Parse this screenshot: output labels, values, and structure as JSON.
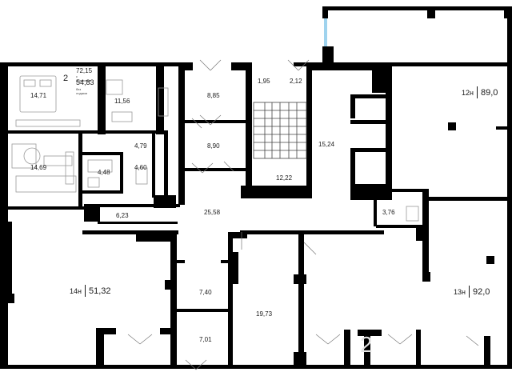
{
  "colors": {
    "wall": "#000000",
    "window": "#9fd3ee",
    "fixture": "#9a9a9a"
  },
  "apartment": {
    "number": "2",
    "total_area": "72,15",
    "total_area_caption": "с лоджиями",
    "living_area": "54,83",
    "living_area_caption": "без лоджии"
  },
  "rooms": [
    "14,71",
    "11,56",
    "4,79",
    "14,69",
    "4,48",
    "4,60",
    "6,23",
    "8,85",
    "8,90",
    "1,95",
    "2,12",
    "15,24",
    "12,22",
    "25,58",
    "3,76",
    "7,40",
    "7,01",
    "19,73"
  ],
  "units": [
    {
      "name": "12н",
      "area": "89,0"
    },
    {
      "name": "14н",
      "area": "51,32"
    },
    {
      "name": "13н",
      "area": "92,0"
    }
  ],
  "watermark": "2"
}
